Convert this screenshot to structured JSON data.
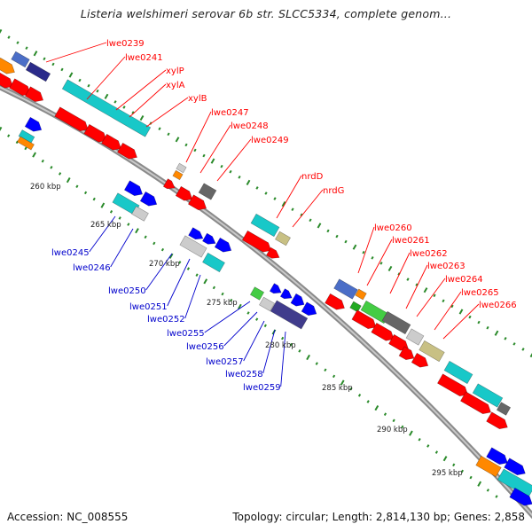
{
  "title": "Listeria welshimeri serovar 6b str. SLCC5334, complete genom...",
  "footer": {
    "accession": "Accession: NC_008555",
    "info": "Topology: circular; Length: 2,814,130 bp; Genes: 2,858"
  },
  "colors": {
    "label_top": "#ff0000",
    "label_bottom": "#0000cc",
    "backbone": "#8a8a8a",
    "tick": "#2a8a2a",
    "forward_gene": "#ff0000",
    "reverse_gene": "#0000ff"
  },
  "scale_labels": [
    "260 kbp",
    "265 kbp",
    "270 kbp",
    "275 kbp",
    "280 kbp",
    "285 kbp",
    "290 kbp",
    "295 kbp"
  ],
  "top_labels": [
    "lwe0239",
    "lwe0241",
    "xylP",
    "xylA",
    "xylB",
    "lwe0247",
    "lwe0248",
    "lwe0249",
    "nrdD",
    "nrdG",
    "lwe0260",
    "lwe0261",
    "lwe0262",
    "lwe0263",
    "lwe0264",
    "lwe0265",
    "lwe0266"
  ],
  "bottom_labels": [
    "lwe0245",
    "lwe0246",
    "lwe0250",
    "lwe0251",
    "lwe0252",
    "lwe0255",
    "lwe0256",
    "lwe0257",
    "lwe0258",
    "lwe0259"
  ]
}
